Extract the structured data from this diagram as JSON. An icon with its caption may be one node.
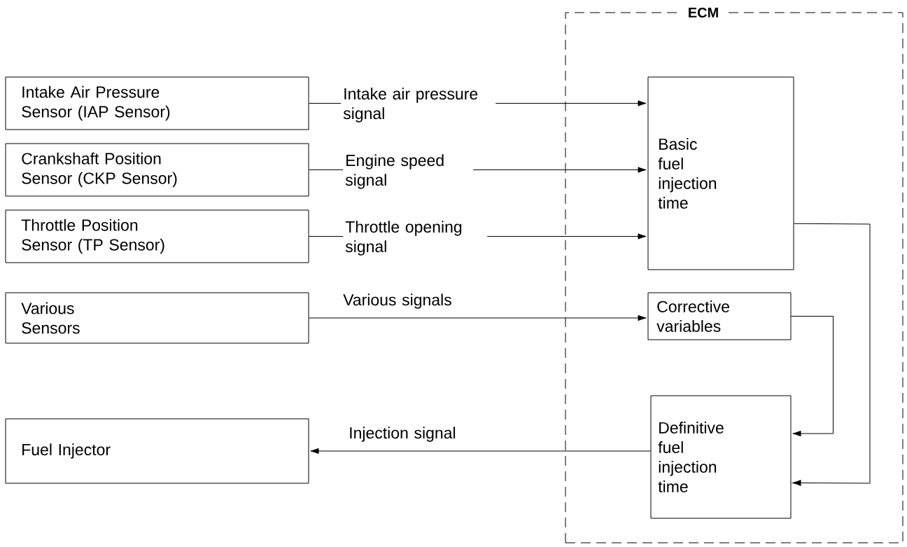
{
  "diagram": {
    "nodes": [
      {
        "text": [
          "ECM"
        ]
      },
      {
        "text": [
          "Intake Air Pressure Sensor (IAP Sensor)"
        ]
      },
      {
        "text": [
          "Crankshaft Position Sensor (CKP Sensor)"
        ]
      },
      {
        "text": [
          "Throttle Position Sensor (TP Sensor)"
        ]
      },
      {
        "text": [
          "Various Sensors"
        ]
      },
      {
        "text": [
          "Basic fuel injection time"
        ],
        "in": 0
      },
      {
        "text": [
          "Corrective variables"
        ],
        "in": 0
      },
      {
        "text": [
          "Definitive fuel injection time"
        ],
        "in": 0
      },
      {
        "text": [
          "Fuel Injector"
        ]
      }
    ],
    "edges": [
      {
        "from": 1,
        "to": 5,
        "arrow": "to",
        "label": "Intake air pressure signal"
      },
      {
        "from": 2,
        "to": 5,
        "arrow": "to",
        "label": "Engine speed signal"
      },
      {
        "from": 3,
        "to": 5,
        "arrow": "to",
        "label": "Throttle opening signal"
      },
      {
        "from": 4,
        "to": 6,
        "arrow": "to",
        "label": "Various signals"
      },
      {
        "from": 6,
        "to": 7,
        "arrow": "to"
      },
      {
        "from": 5,
        "to": 7,
        "arrow": "to"
      },
      {
        "from": 7,
        "to": 8,
        "arrow": "to",
        "label": "Injection signal"
      }
    ]
  }
}
